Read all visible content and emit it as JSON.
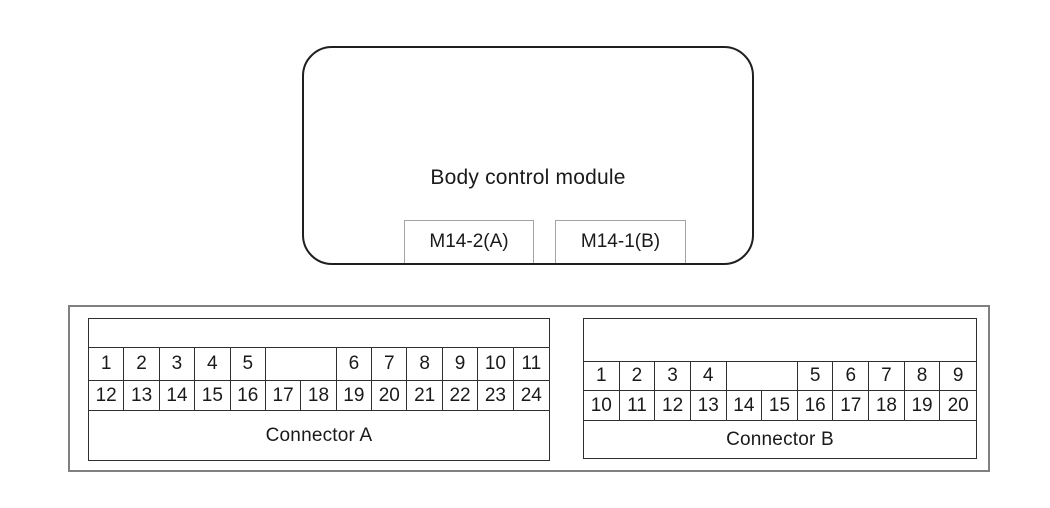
{
  "module": {
    "title": "Body control module",
    "tags": [
      {
        "label": "M14-2(A)"
      },
      {
        "label": "M14-1(B)"
      }
    ]
  },
  "connectors": [
    {
      "id": "A",
      "label": "Connector A",
      "columns": 13,
      "rows": [
        [
          {
            "label": "1",
            "span": 1
          },
          {
            "label": "2",
            "span": 1
          },
          {
            "label": "3",
            "span": 1
          },
          {
            "label": "4",
            "span": 1
          },
          {
            "label": "5",
            "span": 1
          },
          {
            "label": "",
            "span": 2
          },
          {
            "label": "6",
            "span": 1
          },
          {
            "label": "7",
            "span": 1
          },
          {
            "label": "8",
            "span": 1
          },
          {
            "label": "9",
            "span": 1
          },
          {
            "label": "10",
            "span": 1
          },
          {
            "label": "11",
            "span": 1
          }
        ],
        [
          {
            "label": "12",
            "span": 1
          },
          {
            "label": "13",
            "span": 1
          },
          {
            "label": "14",
            "span": 1
          },
          {
            "label": "15",
            "span": 1
          },
          {
            "label": "16",
            "span": 1
          },
          {
            "label": "17",
            "span": 1
          },
          {
            "label": "18",
            "span": 1
          },
          {
            "label": "19",
            "span": 1
          },
          {
            "label": "20",
            "span": 1
          },
          {
            "label": "21",
            "span": 1
          },
          {
            "label": "22",
            "span": 1
          },
          {
            "label": "23",
            "span": 1
          },
          {
            "label": "24",
            "span": 1
          }
        ]
      ]
    },
    {
      "id": "B",
      "label": "Connector B",
      "columns": 11,
      "rows": [
        [
          {
            "label": "1",
            "span": 1
          },
          {
            "label": "2",
            "span": 1
          },
          {
            "label": "3",
            "span": 1
          },
          {
            "label": "4",
            "span": 1
          },
          {
            "label": "",
            "span": 2
          },
          {
            "label": "5",
            "span": 1
          },
          {
            "label": "6",
            "span": 1
          },
          {
            "label": "7",
            "span": 1
          },
          {
            "label": "8",
            "span": 1
          },
          {
            "label": "9",
            "span": 1
          }
        ],
        [
          {
            "label": "10",
            "span": 1
          },
          {
            "label": "11",
            "span": 1
          },
          {
            "label": "12",
            "span": 1
          },
          {
            "label": "13",
            "span": 1
          },
          {
            "label": "14",
            "span": 1
          },
          {
            "label": "15",
            "span": 1
          },
          {
            "label": "16",
            "span": 1
          },
          {
            "label": "17",
            "span": 1
          },
          {
            "label": "18",
            "span": 1
          },
          {
            "label": "19",
            "span": 1
          },
          {
            "label": "20",
            "span": 1
          }
        ]
      ]
    }
  ],
  "colors": {
    "module_border": "#1f1f1f",
    "connector_border": "#2f2f2f",
    "outer_frame_border": "#808080",
    "tag_border": "#a3a3a3",
    "text": "#1a1a1a",
    "background": "#ffffff"
  }
}
